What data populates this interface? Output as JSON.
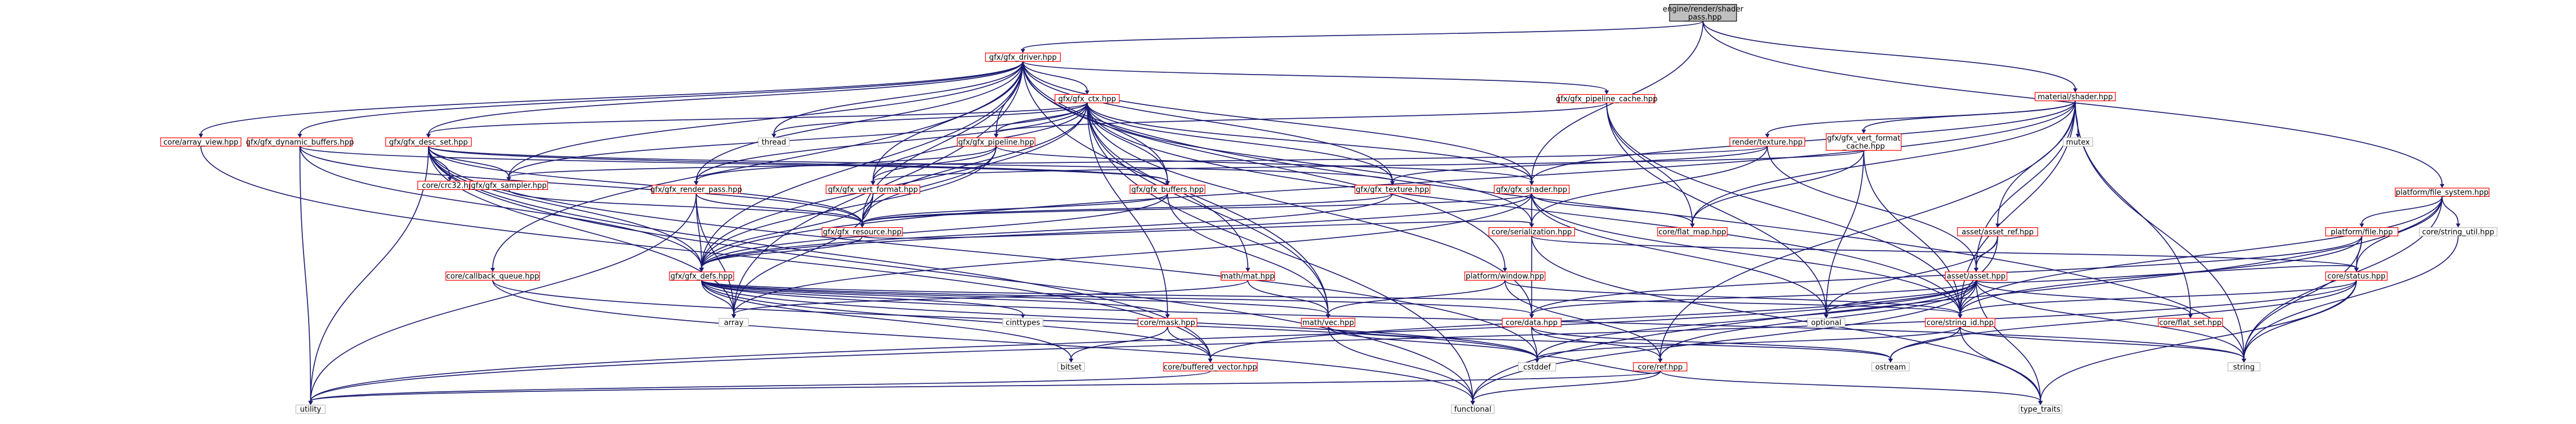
{
  "diagram": {
    "colors": {
      "edge": "#191970",
      "node_border": "#bfbfbf",
      "red_border": "#ff0000",
      "root_fill": "#bfbfbf"
    },
    "nodes": [
      {
        "id": "root",
        "label": "engine/render/shader\n_pass.hpp",
        "style": "root"
      },
      {
        "id": "gfx_driver",
        "label": "gfx/gfx_driver.hpp",
        "style": "red"
      },
      {
        "id": "material_shader",
        "label": "material/shader.hpp",
        "style": "red"
      },
      {
        "id": "platform_file_system",
        "label": "platform/file_system.hpp",
        "style": "red"
      },
      {
        "id": "gfx_ctx",
        "label": "gfx/gfx_ctx.hpp",
        "style": "red"
      },
      {
        "id": "gfx_pipeline_cache",
        "label": "gfx/gfx_pipeline_cache.hpp",
        "style": "red"
      },
      {
        "id": "core_array_view",
        "label": "core/array_view.hpp",
        "style": "red"
      },
      {
        "id": "gfx_dynamic_buffers",
        "label": "gfx/gfx_dynamic_buffers.hpp",
        "style": "red"
      },
      {
        "id": "gfx_desc_set",
        "label": "gfx/gfx_desc_set.hpp",
        "style": "red"
      },
      {
        "id": "thread",
        "label": "thread",
        "style": "gray"
      },
      {
        "id": "gfx_pipeline",
        "label": "gfx/gfx_pipeline.hpp",
        "style": "red"
      },
      {
        "id": "render_texture",
        "label": "render/texture.hpp",
        "style": "red"
      },
      {
        "id": "gfx_vert_format_cache",
        "label": "gfx/gfx_vert_format\n_cache.hpp",
        "style": "red"
      },
      {
        "id": "mutex",
        "label": "mutex",
        "style": "gray"
      },
      {
        "id": "core_crc32",
        "label": "core/crc32.hpp",
        "style": "red"
      },
      {
        "id": "gfx_sampler",
        "label": "gfx/gfx_sampler.hpp",
        "style": "red"
      },
      {
        "id": "gfx_render_pass",
        "label": "gfx/gfx_render_pass.hpp",
        "style": "red"
      },
      {
        "id": "gfx_vert_format",
        "label": "gfx/gfx_vert_format.hpp",
        "style": "red"
      },
      {
        "id": "gfx_buffers",
        "label": "gfx/gfx_buffers.hpp",
        "style": "red"
      },
      {
        "id": "gfx_texture",
        "label": "gfx/gfx_texture.hpp",
        "style": "red"
      },
      {
        "id": "gfx_shader",
        "label": "gfx/gfx_shader.hpp",
        "style": "red"
      },
      {
        "id": "platform_file",
        "label": "platform/file.hpp",
        "style": "red"
      },
      {
        "id": "core_string_util",
        "label": "core/string_util.hpp",
        "style": "gray"
      },
      {
        "id": "gfx_resource",
        "label": "gfx/gfx_resource.hpp",
        "style": "red"
      },
      {
        "id": "core_serialization",
        "label": "core/serialization.hpp",
        "style": "red"
      },
      {
        "id": "core_flat_map",
        "label": "core/flat_map.hpp",
        "style": "red"
      },
      {
        "id": "asset_asset_ref",
        "label": "asset/asset_ref.hpp",
        "style": "red"
      },
      {
        "id": "core_status",
        "label": "core/status.hpp",
        "style": "red"
      },
      {
        "id": "core_callback_queue",
        "label": "core/callback_queue.hpp",
        "style": "red"
      },
      {
        "id": "gfx_defs",
        "label": "gfx/gfx_defs.hpp",
        "style": "red"
      },
      {
        "id": "math_mat",
        "label": "math/mat.hpp",
        "style": "red"
      },
      {
        "id": "platform_window",
        "label": "platform/window.hpp",
        "style": "red"
      },
      {
        "id": "asset_asset",
        "label": "asset/asset.hpp",
        "style": "red"
      },
      {
        "id": "array",
        "label": "array",
        "style": "gray"
      },
      {
        "id": "cinttypes",
        "label": "cinttypes",
        "style": "gray"
      },
      {
        "id": "core_mask",
        "label": "core/mask.hpp",
        "style": "red"
      },
      {
        "id": "math_vec",
        "label": "math/vec.hpp",
        "style": "red"
      },
      {
        "id": "core_data",
        "label": "core/data.hpp",
        "style": "red"
      },
      {
        "id": "optional",
        "label": "optional",
        "style": "gray"
      },
      {
        "id": "core_string_id",
        "label": "core/string_id.hpp",
        "style": "red"
      },
      {
        "id": "core_flat_set",
        "label": "core/flat_set.hpp",
        "style": "red"
      },
      {
        "id": "bitset",
        "label": "bitset",
        "style": "gray"
      },
      {
        "id": "core_buffered_vector",
        "label": "core/buffered_vector.hpp",
        "style": "red"
      },
      {
        "id": "cstddef",
        "label": "cstddef",
        "style": "gray"
      },
      {
        "id": "core_ref",
        "label": "core/ref.hpp",
        "style": "red"
      },
      {
        "id": "ostream",
        "label": "ostream",
        "style": "gray"
      },
      {
        "id": "string",
        "label": "string",
        "style": "gray"
      },
      {
        "id": "utility",
        "label": "utility",
        "style": "gray"
      },
      {
        "id": "functional",
        "label": "functional",
        "style": "gray"
      },
      {
        "id": "type_traits",
        "label": "type_traits",
        "style": "gray"
      }
    ],
    "edges": [
      [
        "root",
        "gfx_driver"
      ],
      [
        "root",
        "material_shader"
      ],
      [
        "root",
        "platform_file_system"
      ],
      [
        "root",
        "gfx_shader"
      ],
      [
        "gfx_driver",
        "gfx_ctx"
      ],
      [
        "gfx_driver",
        "gfx_pipeline_cache"
      ],
      [
        "gfx_driver",
        "core_array_view"
      ],
      [
        "gfx_driver",
        "gfx_dynamic_buffers"
      ],
      [
        "gfx_driver",
        "gfx_desc_set"
      ],
      [
        "gfx_driver",
        "thread"
      ],
      [
        "gfx_driver",
        "gfx_pipeline"
      ],
      [
        "gfx_driver",
        "gfx_sampler"
      ],
      [
        "gfx_driver",
        "gfx_render_pass"
      ],
      [
        "gfx_driver",
        "gfx_vert_format"
      ],
      [
        "gfx_driver",
        "gfx_buffers"
      ],
      [
        "gfx_driver",
        "gfx_texture"
      ],
      [
        "gfx_driver",
        "gfx_shader"
      ],
      [
        "gfx_driver",
        "gfx_resource"
      ],
      [
        "gfx_driver",
        "gfx_defs"
      ],
      [
        "gfx_driver",
        "core_callback_queue"
      ],
      [
        "gfx_driver",
        "platform_window"
      ],
      [
        "gfx_driver",
        "math_vec"
      ],
      [
        "gfx_driver",
        "string"
      ],
      [
        "gfx_driver",
        "array"
      ],
      [
        "gfx_ctx",
        "gfx_desc_set"
      ],
      [
        "gfx_ctx",
        "gfx_pipeline"
      ],
      [
        "gfx_ctx",
        "gfx_render_pass"
      ],
      [
        "gfx_ctx",
        "gfx_vert_format"
      ],
      [
        "gfx_ctx",
        "gfx_buffers"
      ],
      [
        "gfx_ctx",
        "gfx_texture"
      ],
      [
        "gfx_ctx",
        "gfx_shader"
      ],
      [
        "gfx_ctx",
        "gfx_resource"
      ],
      [
        "gfx_ctx",
        "gfx_defs"
      ],
      [
        "gfx_ctx",
        "math_mat"
      ],
      [
        "gfx_ctx",
        "math_vec"
      ],
      [
        "gfx_ctx",
        "core_mask"
      ],
      [
        "gfx_ctx",
        "thread"
      ],
      [
        "gfx_ctx",
        "core_serialization"
      ],
      [
        "gfx_ctx",
        "functional"
      ],
      [
        "gfx_ctx",
        "core_data"
      ],
      [
        "gfx_ctx",
        "core_string_id"
      ],
      [
        "gfx_ctx",
        "gfx_sampler"
      ],
      [
        "gfx_pipeline_cache",
        "gfx_pipeline"
      ],
      [
        "gfx_pipeline_cache",
        "core_flat_map"
      ],
      [
        "gfx_pipeline_cache",
        "optional"
      ],
      [
        "gfx_pipeline_cache",
        "core_string_id"
      ],
      [
        "core_array_view",
        "core_buffered_vector"
      ],
      [
        "gfx_dynamic_buffers",
        "gfx_buffers"
      ],
      [
        "gfx_dynamic_buffers",
        "gfx_resource"
      ],
      [
        "gfx_dynamic_buffers",
        "utility"
      ],
      [
        "gfx_dynamic_buffers",
        "gfx_defs"
      ],
      [
        "gfx_desc_set",
        "core_crc32"
      ],
      [
        "gfx_desc_set",
        "gfx_sampler"
      ],
      [
        "gfx_desc_set",
        "gfx_buffers"
      ],
      [
        "gfx_desc_set",
        "gfx_texture"
      ],
      [
        "gfx_desc_set",
        "gfx_resource"
      ],
      [
        "gfx_desc_set",
        "gfx_defs"
      ],
      [
        "gfx_desc_set",
        "core_buffered_vector"
      ],
      [
        "gfx_desc_set",
        "utility"
      ],
      [
        "gfx_desc_set",
        "array"
      ],
      [
        "gfx_desc_set",
        "functional"
      ],
      [
        "gfx_desc_set",
        "cstddef"
      ],
      [
        "gfx_pipeline",
        "gfx_vert_format"
      ],
      [
        "gfx_pipeline",
        "gfx_render_pass"
      ],
      [
        "gfx_pipeline",
        "gfx_shader"
      ],
      [
        "gfx_pipeline",
        "gfx_resource"
      ],
      [
        "gfx_pipeline",
        "gfx_defs"
      ],
      [
        "material_shader",
        "render_texture"
      ],
      [
        "material_shader",
        "gfx_vert_format_cache"
      ],
      [
        "material_shader",
        "mutex"
      ],
      [
        "material_shader",
        "gfx_shader"
      ],
      [
        "material_shader",
        "asset_asset_ref"
      ],
      [
        "material_shader",
        "asset_asset"
      ],
      [
        "material_shader",
        "core_flat_map"
      ],
      [
        "material_shader",
        "core_flat_set"
      ],
      [
        "material_shader",
        "core_string_id"
      ],
      [
        "material_shader",
        "gfx_defs"
      ],
      [
        "material_shader",
        "core_ref"
      ],
      [
        "material_shader",
        "string"
      ],
      [
        "render_texture",
        "gfx_texture"
      ],
      [
        "render_texture",
        "asset_asset"
      ],
      [
        "render_texture",
        "core_serialization"
      ],
      [
        "render_texture",
        "gfx_sampler"
      ],
      [
        "gfx_vert_format_cache",
        "gfx_vert_format"
      ],
      [
        "gfx_vert_format_cache",
        "core_flat_map"
      ],
      [
        "gfx_vert_format_cache",
        "core_string_id"
      ],
      [
        "gfx_vert_format_cache",
        "optional"
      ],
      [
        "gfx_sampler",
        "gfx_resource"
      ],
      [
        "gfx_render_pass",
        "gfx_resource"
      ],
      [
        "gfx_render_pass",
        "gfx_defs"
      ],
      [
        "gfx_render_pass",
        "array"
      ],
      [
        "gfx_render_pass",
        "utility"
      ],
      [
        "gfx_vert_format",
        "gfx_defs"
      ],
      [
        "gfx_vert_format",
        "gfx_resource"
      ],
      [
        "gfx_vert_format",
        "array"
      ],
      [
        "gfx_buffers",
        "gfx_resource"
      ],
      [
        "gfx_buffers",
        "gfx_defs"
      ],
      [
        "gfx_buffers",
        "math_vec"
      ],
      [
        "gfx_texture",
        "gfx_resource"
      ],
      [
        "gfx_texture",
        "gfx_defs"
      ],
      [
        "gfx_shader",
        "gfx_resource"
      ],
      [
        "gfx_shader",
        "core_serialization"
      ],
      [
        "gfx_shader",
        "core_flat_map"
      ],
      [
        "gfx_shader",
        "core_data"
      ],
      [
        "gfx_shader",
        "core_string_id"
      ],
      [
        "gfx_shader",
        "gfx_defs"
      ],
      [
        "gfx_shader",
        "array"
      ],
      [
        "gfx_shader",
        "optional"
      ],
      [
        "gfx_resource",
        "gfx_defs"
      ],
      [
        "gfx_resource",
        "core_serialization"
      ],
      [
        "core_serialization",
        "core_status"
      ],
      [
        "core_serialization",
        "type_traits"
      ],
      [
        "platform_file_system",
        "platform_file"
      ],
      [
        "platform_file_system",
        "core_string_util"
      ],
      [
        "platform_file_system",
        "core_status"
      ],
      [
        "platform_file_system",
        "core_string_id"
      ],
      [
        "platform_file_system",
        "string"
      ],
      [
        "platform_file_system",
        "functional"
      ],
      [
        "platform_file",
        "core_status"
      ],
      [
        "platform_file",
        "core_data"
      ],
      [
        "platform_file",
        "core_string_id"
      ],
      [
        "platform_file",
        "string"
      ],
      [
        "core_string_util",
        "string"
      ],
      [
        "asset_asset_ref",
        "asset_asset"
      ],
      [
        "asset_asset_ref",
        "core_string_id"
      ],
      [
        "asset_asset_ref",
        "optional"
      ],
      [
        "core_status",
        "core_string_id"
      ],
      [
        "core_status",
        "string"
      ],
      [
        "core_status",
        "ostream"
      ],
      [
        "core_status",
        "type_traits"
      ],
      [
        "core_status",
        "utility"
      ],
      [
        "core_callback_queue",
        "functional"
      ],
      [
        "core_callback_queue",
        "cstddef"
      ],
      [
        "gfx_defs",
        "array"
      ],
      [
        "gfx_defs",
        "cinttypes"
      ],
      [
        "gfx_defs",
        "bitset"
      ],
      [
        "gfx_defs",
        "core_mask"
      ],
      [
        "gfx_defs",
        "math_vec"
      ],
      [
        "gfx_defs",
        "core_data"
      ],
      [
        "gfx_defs",
        "core_string_id"
      ],
      [
        "gfx_defs",
        "string"
      ],
      [
        "gfx_defs",
        "cstddef"
      ],
      [
        "gfx_defs",
        "core_buffered_vector"
      ],
      [
        "math_mat",
        "math_vec"
      ],
      [
        "math_mat",
        "array"
      ],
      [
        "platform_window",
        "math_vec"
      ],
      [
        "platform_window",
        "core_ref"
      ],
      [
        "platform_window",
        "core_string_id"
      ],
      [
        "asset_asset",
        "core_string_id"
      ],
      [
        "asset_asset",
        "core_status"
      ],
      [
        "asset_asset",
        "core_data"
      ],
      [
        "asset_asset",
        "core_ref"
      ],
      [
        "asset_asset",
        "core_flat_set"
      ],
      [
        "asset_asset",
        "core_buffered_vector"
      ],
      [
        "asset_asset",
        "optional"
      ],
      [
        "asset_asset",
        "type_traits"
      ],
      [
        "asset_asset",
        "string"
      ],
      [
        "asset_asset",
        "functional"
      ],
      [
        "asset_asset",
        "cstddef"
      ],
      [
        "asset_asset",
        "utility"
      ],
      [
        "core_mask",
        "bitset"
      ],
      [
        "core_mask",
        "core_buffered_vector"
      ],
      [
        "math_vec",
        "ostream"
      ],
      [
        "math_vec",
        "cstddef"
      ],
      [
        "math_vec",
        "functional"
      ],
      [
        "core_data",
        "cstddef"
      ],
      [
        "core_data",
        "core_ref"
      ],
      [
        "core_data",
        "ostream"
      ],
      [
        "core_string_id",
        "ostream"
      ],
      [
        "core_string_id",
        "string"
      ],
      [
        "core_string_id",
        "cstddef"
      ],
      [
        "core_string_id",
        "type_traits"
      ],
      [
        "core_ref",
        "functional"
      ],
      [
        "core_ref",
        "type_traits"
      ],
      [
        "core_ref",
        "utility"
      ],
      [
        "core_ref",
        "cstddef"
      ],
      [
        "core_buffered_vector",
        "utility"
      ]
    ]
  }
}
